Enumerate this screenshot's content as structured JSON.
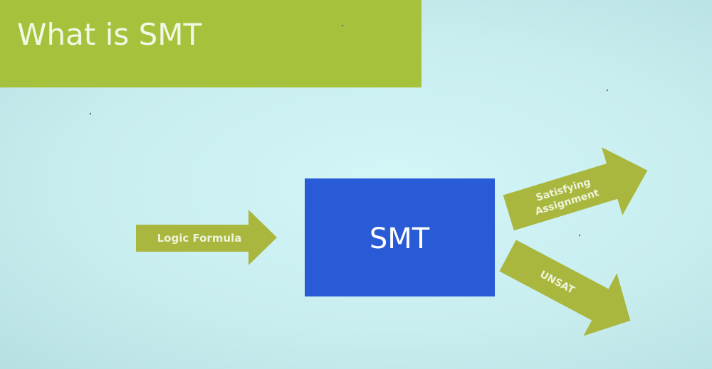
{
  "slide": {
    "title": "What is SMT"
  },
  "diagram": {
    "input_arrow_label": "Logic Formula",
    "center_box_label": "SMT",
    "output_arrow_top_line1": "Satisfying",
    "output_arrow_top_line2": "Assignment",
    "output_arrow_bottom_label": "UNSAT"
  },
  "colors": {
    "background": "#cbeff1",
    "title_bar": "#a6c23d",
    "arrow": "#a9b73f",
    "box": "#2a5bd6",
    "label_text": "#eef3dc"
  }
}
